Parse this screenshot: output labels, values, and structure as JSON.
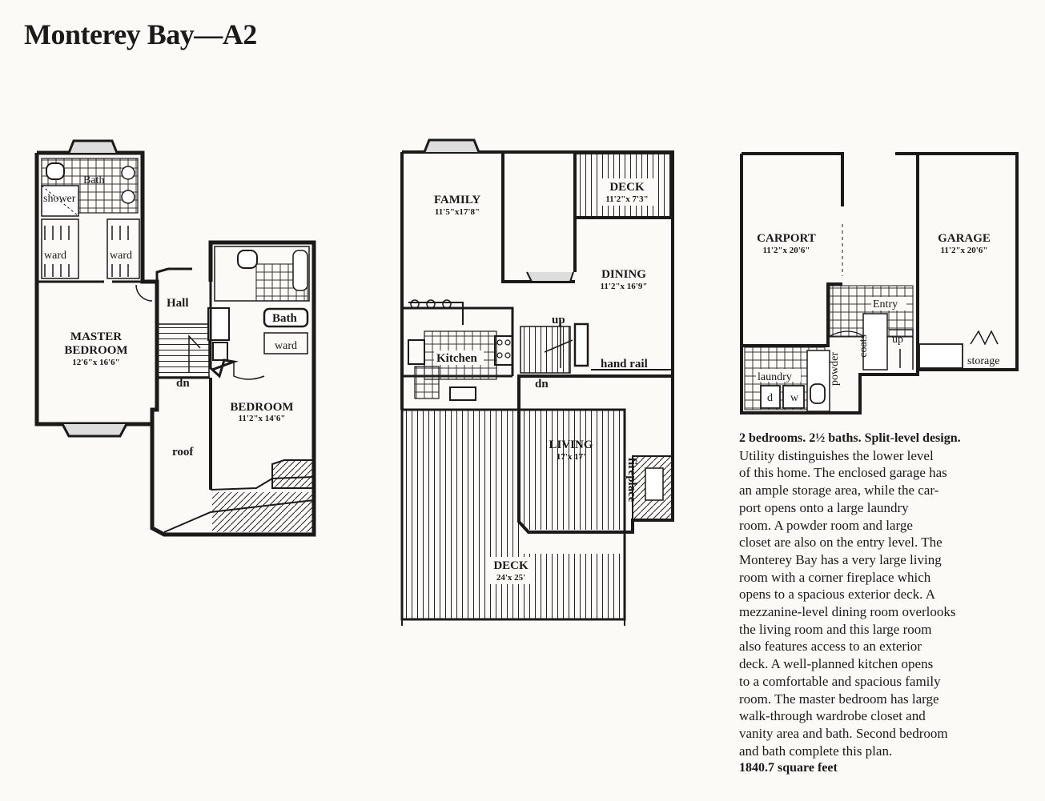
{
  "title": "Monterey Bay—A2",
  "upper_level": {
    "bath_1": "Bath",
    "shower": "shower",
    "ward_left": "ward",
    "ward_right": "ward",
    "hall": "Hall",
    "master_bedroom_line1": "MASTER",
    "master_bedroom_line2": "BEDROOM",
    "master_bedroom_size": "12'6\"x 16'6\"",
    "bath_2": "Bath",
    "ward_small": "ward",
    "dn": "dn",
    "bedroom": "BEDROOM",
    "bedroom_size": "11'2\"x 14'6\"",
    "roof": "roof"
  },
  "middle_level": {
    "family": "FAMILY",
    "family_size": "11'5\"x17'8\"",
    "deck_small": "DECK",
    "deck_small_size": "11'2\"x 7'3\"",
    "dining": "DINING",
    "dining_size": "11'2\"x 16'9\"",
    "up": "up",
    "kitchen": "Kitchen",
    "hand_rail": "hand rail",
    "dn": "dn",
    "living": "LIVING",
    "living_size": "17'x 17'",
    "fireplace": "fireplace",
    "deck_large": "DECK",
    "deck_large_size": "24'x 25'"
  },
  "lower_level": {
    "carport": "CARPORT",
    "carport_size": "11'2\"x 20'6\"",
    "garage": "GARAGE",
    "garage_size": "11'2\"x 20'6\"",
    "entry": "Entry",
    "up": "up",
    "coats": "coats",
    "powder": "powder",
    "laundry": "laundry",
    "d": "d",
    "w": "w",
    "storage": "storage"
  },
  "description": {
    "lead": "2 bedrooms. 2½ baths. Split-level design.",
    "body": "Utility distinguishes the lower level\nof this home. The enclosed garage has\nan ample storage area, while the car-\nport opens onto a large laundry\nroom. A powder room and large\ncloset are also on the entry level. The\nMonterey Bay has a very large living\nroom with a corner fireplace which\nopens to a spacious exterior deck. A\nmezzanine-level dining room overlooks\nthe living room and this large room\nalso features access to an exterior\ndeck. A well-planned kitchen opens\nto a comfortable and spacious family\nroom. The master bedroom has large\nwalk-through wardrobe closet and\nvanity area and bath. Second bedroom\nand bath complete this plan.",
    "square_feet": "1840.7 square feet"
  }
}
